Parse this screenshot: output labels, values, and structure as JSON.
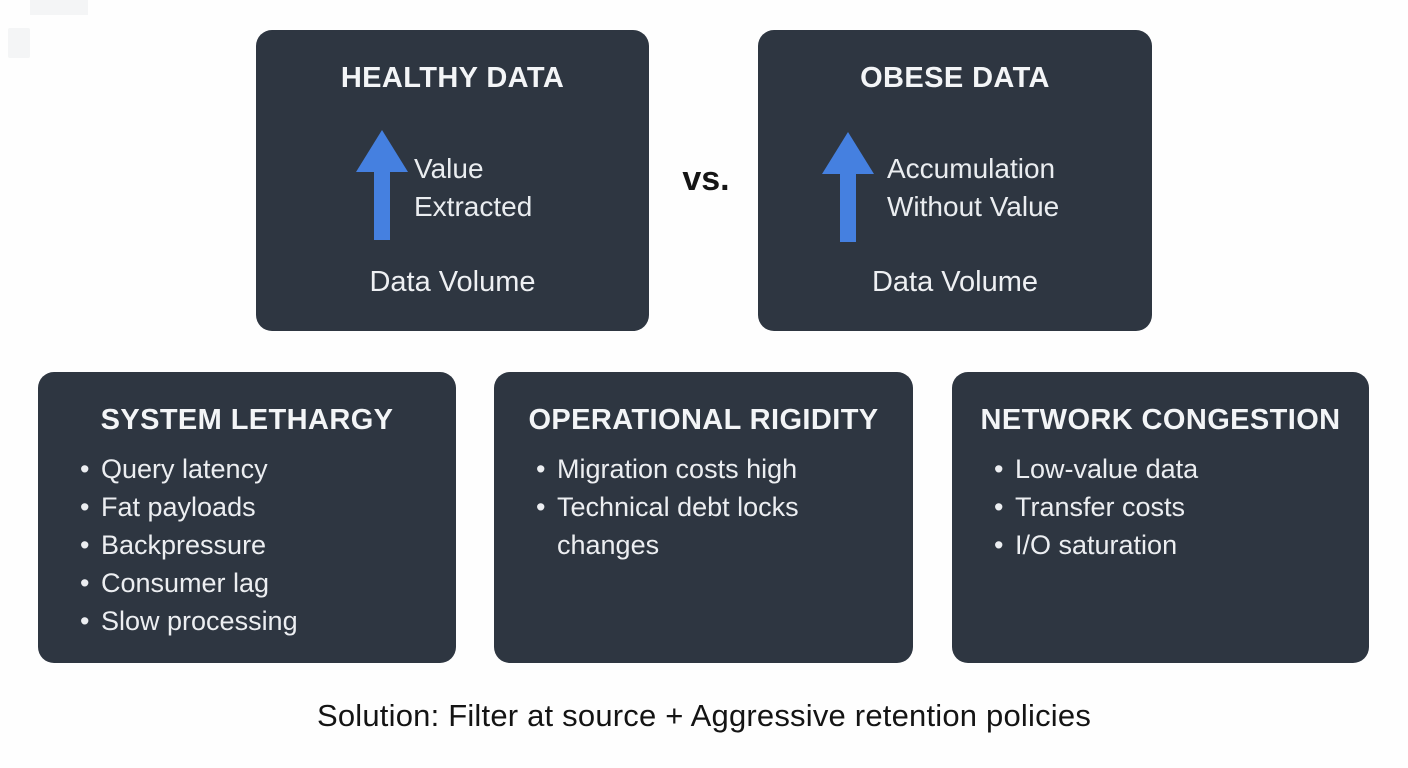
{
  "page": {
    "vs_label": "vs.",
    "solution_text": "Solution: Filter at source + Aggressive retention policies"
  },
  "colors": {
    "card_background": "#2e3641",
    "arrow_blue": "#4580e0",
    "title_text": "#f3f5f7",
    "body_text": "#eceef1",
    "solution_text": "#141414",
    "canvas_background": "#fefefe"
  },
  "comparison": {
    "healthy": {
      "title": "HEALTHY DATA",
      "arrow_icon": "up-arrow-icon",
      "arrow_label": "Value\nExtracted",
      "axis_label": "Data Volume"
    },
    "obese": {
      "title": "OBESE DATA",
      "arrow_icon": "up-arrow-icon",
      "arrow_label": "Accumulation\nWithout Value",
      "axis_label": "Data Volume"
    }
  },
  "symptoms": [
    {
      "title": "SYSTEM LETHARGY",
      "bullets": [
        "Query latency",
        "Fat payloads",
        "Backpressure",
        "Consumer lag",
        "Slow processing"
      ]
    },
    {
      "title": "OPERATIONAL RIGIDITY",
      "bullets": [
        "Migration costs high",
        "Technical debt locks changes"
      ]
    },
    {
      "title": "NETWORK CONGESTION",
      "bullets": [
        "Low-value data",
        "Transfer costs",
        "I/O saturation"
      ]
    }
  ]
}
